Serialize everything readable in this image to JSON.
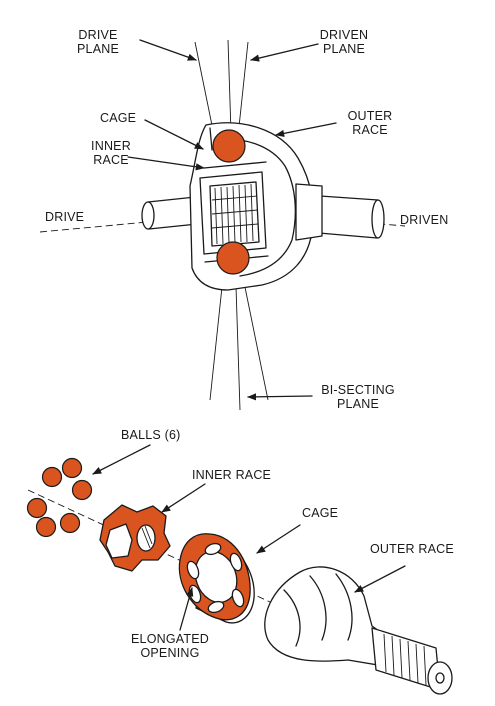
{
  "labels": {
    "drive_plane": "DRIVE\nPLANE",
    "driven_plane": "DRIVEN\nPLANE",
    "cage_top": "CAGE",
    "inner_race_top": "INNER\nRACE",
    "outer_race_top": "OUTER\nRACE",
    "drive": "DRIVE",
    "driven": "DRIVEN",
    "bisecting_plane": "BI-SECTING\nPLANE",
    "balls": "BALLS (6)",
    "inner_race_bottom": "INNER RACE",
    "cage_bottom": "CAGE",
    "outer_race_bottom": "OUTER RACE",
    "elongated_opening": "ELONGATED\nOPENING"
  },
  "colors": {
    "ball": "#d9541e",
    "ink": "#1a1a1a",
    "background": "#ffffff"
  }
}
